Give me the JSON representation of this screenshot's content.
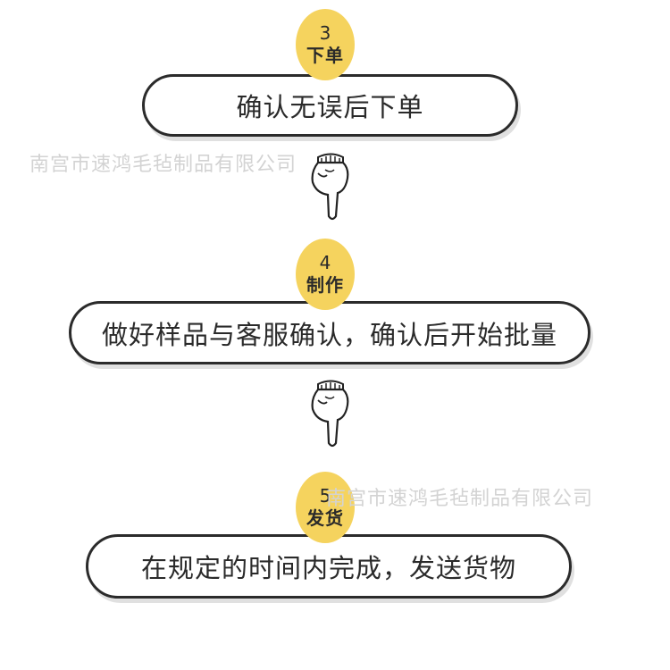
{
  "watermark": "南宫市速鸿毛毡制品有限公司",
  "steps": [
    {
      "number": "3",
      "title": "下单",
      "text": "确认无误后下单"
    },
    {
      "number": "4",
      "title": "制作",
      "text": "做好样品与客服确认，确认后开始批量"
    },
    {
      "number": "5",
      "title": "发货",
      "text": "在规定的时间内完成，发送货物"
    }
  ],
  "icons": {
    "arrow": "pointing-down-hand-icon"
  },
  "colors": {
    "badge": "#f5d35e",
    "outline": "#2b2b2b",
    "watermark": "#d3d3d3"
  }
}
